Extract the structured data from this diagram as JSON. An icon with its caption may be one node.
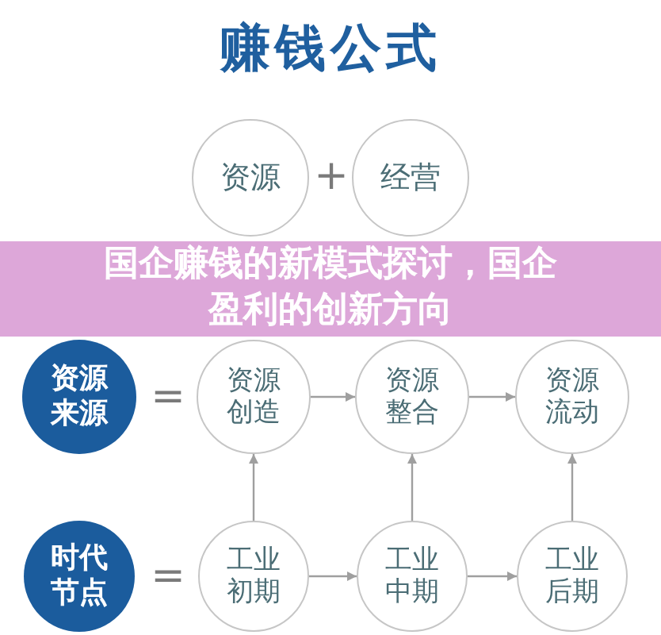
{
  "diagram": {
    "title": "赚钱公式",
    "nodes": [
      {
        "text": [
          "资源"
        ]
      },
      {
        "text": [
          "经营"
        ]
      },
      {
        "text": [
          "资源来源"
        ]
      },
      {
        "text": [
          "资源创造"
        ]
      },
      {
        "text": [
          "资源整合"
        ]
      },
      {
        "text": [
          "资源流动"
        ]
      },
      {
        "text": [
          "时代节点"
        ]
      },
      {
        "text": [
          "工业初期"
        ]
      },
      {
        "text": [
          "工业中期"
        ]
      },
      {
        "text": [
          "工业后期"
        ]
      }
    ],
    "edges": [
      {
        "from": 3,
        "to": 4,
        "arrow": "to"
      },
      {
        "from": 4,
        "to": 5,
        "arrow": "to"
      },
      {
        "from": 7,
        "to": 3,
        "arrow": "to"
      },
      {
        "from": 8,
        "to": 4,
        "arrow": "to"
      },
      {
        "from": 9,
        "to": 5,
        "arrow": "to"
      },
      {
        "from": 7,
        "to": 8,
        "arrow": "to"
      },
      {
        "from": 8,
        "to": 9,
        "arrow": "to"
      }
    ],
    "labels": [
      "+",
      "国企赚钱的新模式探讨，国企盈利的创新方向",
      "=",
      "="
    ]
  }
}
